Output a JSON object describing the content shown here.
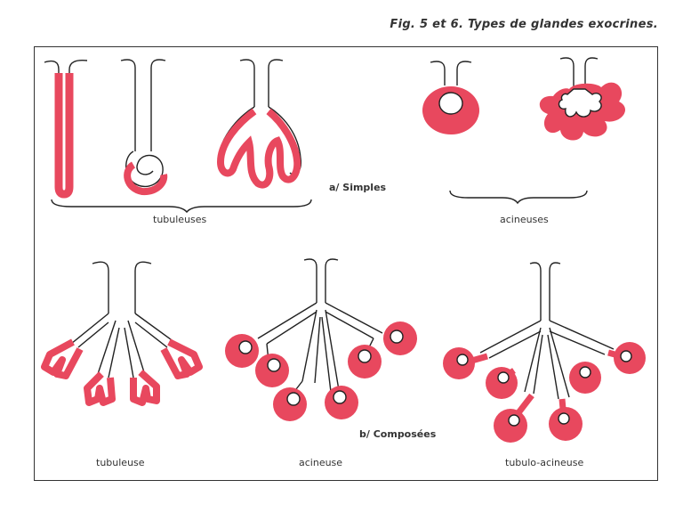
{
  "figure_title": "Fig. 5 et 6. Types de glandes exocrines.",
  "section_simple": "a/ Simples",
  "section_compound": "b/ Composées",
  "labels": {
    "tubular_simple": "tubuleuses",
    "acinar_simple": "acineuses",
    "tubular_compound": "tubuleuse",
    "acinar_compound": "acineuse",
    "tubuloacinar_compound": "tubulo-acineuse"
  },
  "colors": {
    "secretory": "#e8485e",
    "duct": "#222222",
    "frame": "#333333"
  }
}
